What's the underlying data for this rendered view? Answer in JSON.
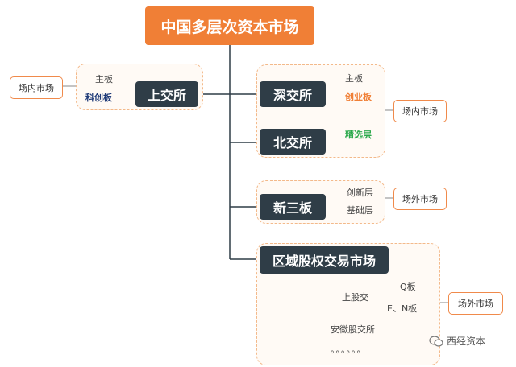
{
  "root": {
    "title": "中国多层次资本市场"
  },
  "shanghai": {
    "label": "上交所",
    "boards": [
      "主板",
      "科创板"
    ],
    "market": "场内市场"
  },
  "shenzhen": {
    "label": "深交所",
    "boards": [
      "主板",
      "创业板"
    ],
    "market": "场内市场"
  },
  "beijing": {
    "label": "北交所",
    "boards": [
      "精选层"
    ]
  },
  "neeq": {
    "label": "新三板",
    "boards": [
      "创新层",
      "基础层"
    ],
    "market": "场外市场"
  },
  "regional": {
    "label": "区域股权交易市场",
    "shanghai_label": "上股交",
    "shanghai_boards": [
      "Q板",
      "E、N板"
    ],
    "anhui_label": "安徽股交所",
    "ellipsis": "。。。。。。",
    "market": "场外市场"
  },
  "watermark": {
    "text": "西经资本"
  },
  "colors": {
    "accent": "#f07f36",
    "node": "#2f3d47",
    "innovation": "#f07f36",
    "select": "#2aa84a",
    "star": "#1f3a78"
  }
}
